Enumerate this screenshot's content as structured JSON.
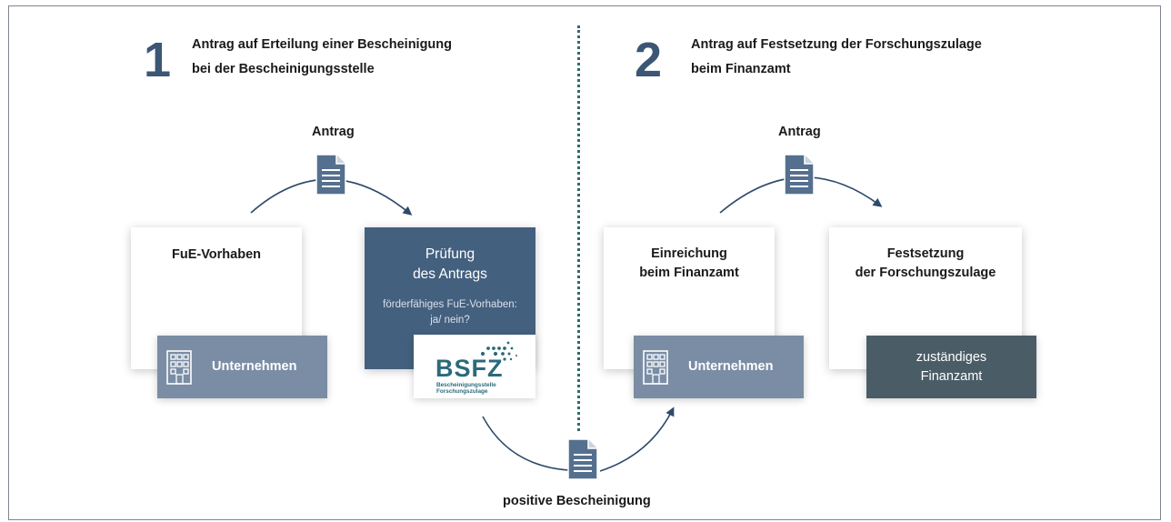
{
  "step1": {
    "number": "1",
    "title_line1": "Antrag auf Erteilung einer Bescheinigung",
    "title_line2": "bei der Bescheinigungsstelle",
    "flow_label": "Antrag",
    "card_project": {
      "title": "FuE-Vorhaben"
    },
    "company_pill": {
      "label": "Unternehmen",
      "icon": "building-icon"
    },
    "card_review": {
      "title_line1": "Prüfung",
      "title_line2": "des Antrags",
      "note_line1": "förderfähiges FuE-Vorhaben:",
      "note_line2": "ja/ nein?"
    },
    "logo": {
      "main": "BSFZ",
      "sub_line1": "Bescheinigungsstelle",
      "sub_line2": "Forschungszulage"
    }
  },
  "step2": {
    "number": "2",
    "title_line1": "Antrag auf Festsetzung der Forschungszulage",
    "title_line2": "beim Finanzamt",
    "flow_label": "Antrag",
    "card_submission": {
      "title_line1": "Einreichung",
      "title_line2": "beim Finanzamt"
    },
    "company_pill": {
      "label": "Unternehmen",
      "icon": "building-icon"
    },
    "card_assessment": {
      "title_line1": "Festsetzung",
      "title_line2": "der Forschungszulage"
    },
    "office_pill": {
      "label_line1": "zuständiges",
      "label_line2": "Finanzamt"
    }
  },
  "bottom_label": "positive Bescheinigung",
  "colors": {
    "accent_blue": "#3c5675",
    "dark_card": "#44607f",
    "light_pill": "#7a8da5",
    "dark_pill": "#4a5d67",
    "divider_teal": "#2e6a75",
    "doc_icon": "#55708f"
  }
}
